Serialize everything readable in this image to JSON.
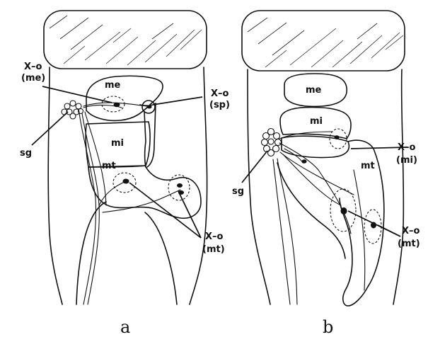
{
  "panels": [
    {
      "letter": "a",
      "regions": {
        "me": "me",
        "mi": "mi",
        "mt": "mt",
        "sg": "sg"
      },
      "callouts": {
        "xo_me": [
          "X–o",
          "(me)"
        ],
        "xo_sp": [
          "X–o",
          "(sp)"
        ],
        "xo_mt": [
          "X–o",
          "(mt)"
        ]
      }
    },
    {
      "letter": "b",
      "regions": {
        "me": "me",
        "mi": "mi",
        "mt": "mt",
        "sg": "sg"
      },
      "callouts": {
        "xo_mi": [
          "X–o",
          "(mi)"
        ],
        "xo_mt": [
          "X–o",
          "(mt)"
        ]
      }
    }
  ],
  "colors": {
    "ink": "#111111",
    "background": "#ffffff"
  }
}
